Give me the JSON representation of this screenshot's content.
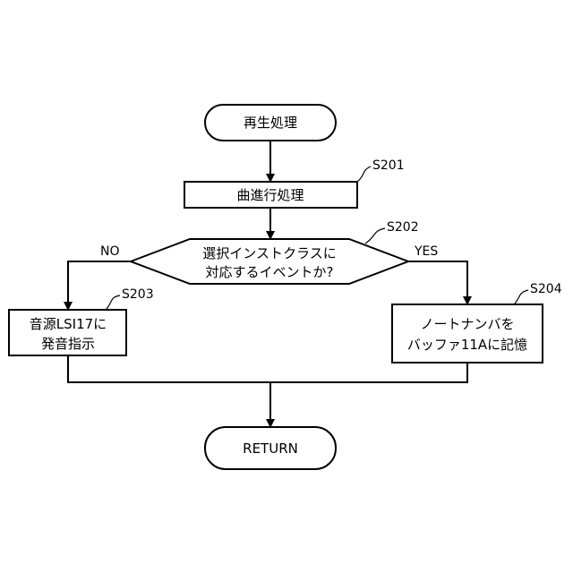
{
  "nodes": {
    "start": {
      "text": "再生処理"
    },
    "s201": {
      "text": "曲進行処理",
      "step": "S201"
    },
    "s202": {
      "line1": "選択インストクラスに",
      "line2": "対応するイベントか?",
      "step": "S202"
    },
    "s203": {
      "line1": "音源LSI17に",
      "line2": "発音指示",
      "step": "S203"
    },
    "s204": {
      "line1": "ノートナンバを",
      "line2": "バッファ11Aに記憶",
      "step": "S204"
    },
    "end": {
      "text": "RETURN"
    }
  },
  "branches": {
    "no": "NO",
    "yes": "YES"
  }
}
